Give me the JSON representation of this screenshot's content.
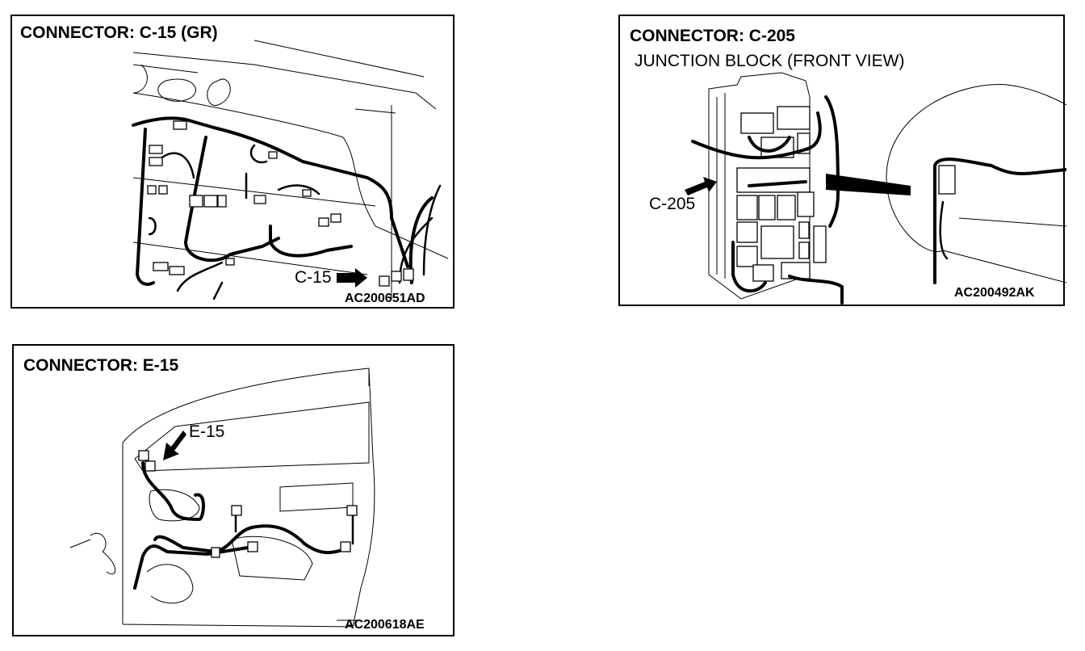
{
  "panels": [
    {
      "title": "CONNECTOR: C-15 (GR)",
      "callout": "C-15",
      "code": "AC200651AD"
    },
    {
      "title": "CONNECTOR: C-205",
      "subtitle": "JUNCTION BLOCK (FRONT VIEW)",
      "callout": "C-205",
      "code": "AC200492AK"
    },
    {
      "title": "CONNECTOR: E-15",
      "callout": "E-15",
      "code": "AC200618AE"
    }
  ]
}
